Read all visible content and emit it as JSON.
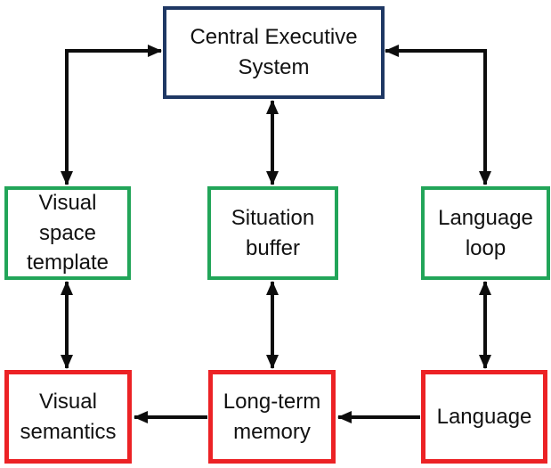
{
  "diagram": {
    "type": "block-diagram",
    "description": "Working memory model diagram with a central executive, three buffer components, and three long-term components",
    "nodes": {
      "central_executive_system": {
        "label": "Central Executive\nSystem",
        "border_color": "#1f3864"
      },
      "visual_space_template": {
        "label": "Visual\nspace\ntemplate",
        "border_color": "#22a559"
      },
      "situation_buffer": {
        "label": "Situation\nbuffer",
        "border_color": "#22a559"
      },
      "language_loop": {
        "label": "Language\nloop",
        "border_color": "#22a559"
      },
      "visual_semantics": {
        "label": "Visual\nsemantics",
        "border_color": "#ec2225"
      },
      "long_term_memory": {
        "label": "Long-term\nmemory",
        "border_color": "#ec2225"
      },
      "language": {
        "label": "Language",
        "border_color": "#ec2225"
      }
    },
    "edges": [
      {
        "from": "visual_space_template",
        "to": "central_executive_system",
        "bidirectional": true,
        "shape": "elbow"
      },
      {
        "from": "central_executive_system",
        "to": "situation_buffer",
        "bidirectional": true,
        "shape": "straight"
      },
      {
        "from": "language_loop",
        "to": "central_executive_system",
        "bidirectional": true,
        "shape": "elbow"
      },
      {
        "from": "visual_space_template",
        "to": "visual_semantics",
        "bidirectional": true,
        "shape": "straight"
      },
      {
        "from": "situation_buffer",
        "to": "long_term_memory",
        "bidirectional": true,
        "shape": "straight"
      },
      {
        "from": "language_loop",
        "to": "language",
        "bidirectional": true,
        "shape": "straight"
      },
      {
        "from": "long_term_memory",
        "to": "visual_semantics",
        "bidirectional": false,
        "shape": "straight"
      },
      {
        "from": "language",
        "to": "long_term_memory",
        "bidirectional": false,
        "shape": "straight"
      }
    ]
  },
  "colors": {
    "background": "#ffffff",
    "arrow": "#0d0d0d",
    "text": "#111111",
    "navy_border": "#1f3864",
    "green_border": "#22a559",
    "red_border": "#ec2225"
  }
}
